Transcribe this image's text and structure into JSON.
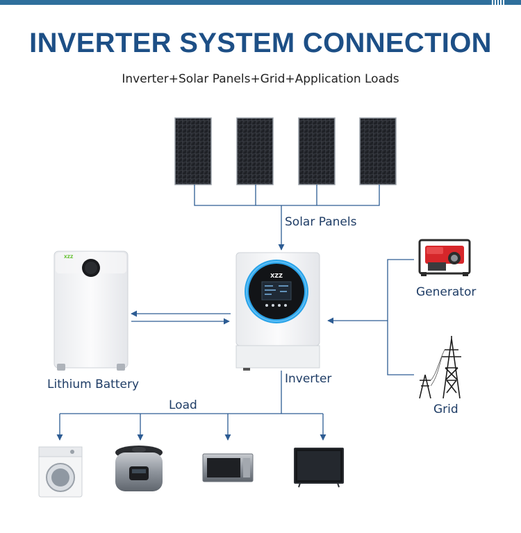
{
  "title": "INVERTER SYSTEM CONNECTION",
  "subtitle": "Inverter+Solar Panels+Grid+Application Loads",
  "labels": {
    "solar_panels": "Solar Panels",
    "lithium_battery": "Lithium Battery",
    "inverter": "Inverter",
    "generator": "Generator",
    "grid": "Grid",
    "load": "Load"
  },
  "brand": {
    "inverter_logo": "XZZ",
    "battery_logo": "XZZ"
  },
  "colors": {
    "title": "#1d4f86",
    "connector": "#2d5c93",
    "label": "#1f3d66",
    "accent_ring": "#2aa3e8",
    "battery_logo": "#5fbf2a"
  },
  "icons": [
    "solar-panel-icon",
    "lithium-battery-icon",
    "inverter-icon",
    "generator-icon",
    "power-tower-icon",
    "washing-machine-icon",
    "rice-cooker-icon",
    "microwave-icon",
    "television-icon"
  ]
}
